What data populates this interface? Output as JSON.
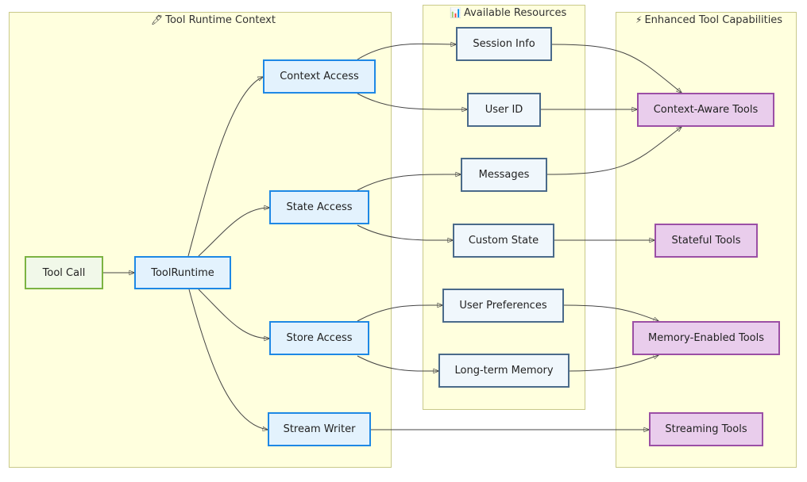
{
  "clusters": {
    "runtime": {
      "icon": "🖊",
      "title": "Tool Runtime Context"
    },
    "resources": {
      "icon": "📊",
      "title": "Available Resources"
    },
    "enhanced": {
      "icon": "⚡",
      "title": "Enhanced Tool Capabilities"
    }
  },
  "nodes": {
    "tool_call": "Tool Call",
    "tool_runtime": "ToolRuntime",
    "context_access": "Context Access",
    "state_access": "State Access",
    "store_access": "Store Access",
    "stream_writer": "Stream Writer",
    "session_info": "Session Info",
    "user_id": "User ID",
    "messages": "Messages",
    "custom_state": "Custom State",
    "user_preferences": "User Preferences",
    "long_term_memory": "Long-term Memory",
    "context_aware_tools": "Context-Aware Tools",
    "stateful_tools": "Stateful Tools",
    "memory_enabled_tools": "Memory-Enabled Tools",
    "streaming_tools": "Streaming Tools"
  },
  "edges": [
    {
      "from": "tool_call",
      "to": "tool_runtime"
    },
    {
      "from": "tool_runtime",
      "to": "context_access"
    },
    {
      "from": "tool_runtime",
      "to": "state_access"
    },
    {
      "from": "tool_runtime",
      "to": "store_access"
    },
    {
      "from": "tool_runtime",
      "to": "stream_writer"
    },
    {
      "from": "context_access",
      "to": "session_info"
    },
    {
      "from": "context_access",
      "to": "user_id"
    },
    {
      "from": "state_access",
      "to": "messages"
    },
    {
      "from": "state_access",
      "to": "custom_state"
    },
    {
      "from": "store_access",
      "to": "user_preferences"
    },
    {
      "from": "store_access",
      "to": "long_term_memory"
    },
    {
      "from": "session_info",
      "to": "context_aware_tools"
    },
    {
      "from": "user_id",
      "to": "context_aware_tools"
    },
    {
      "from": "messages",
      "to": "context_aware_tools"
    },
    {
      "from": "custom_state",
      "to": "stateful_tools"
    },
    {
      "from": "user_preferences",
      "to": "memory_enabled_tools"
    },
    {
      "from": "long_term_memory",
      "to": "memory_enabled_tools"
    },
    {
      "from": "stream_writer",
      "to": "streaming_tools"
    }
  ]
}
